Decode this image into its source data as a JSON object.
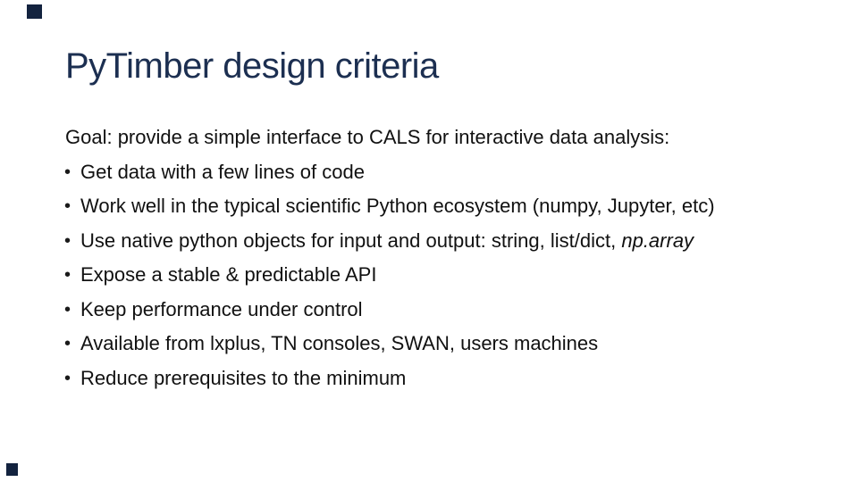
{
  "slide": {
    "title": "PyTimber design criteria",
    "goal_line": "Goal: provide a simple interface to CALS for interactive data analysis:",
    "bullet_char": "•",
    "bullets": [
      {
        "text": "Get data with a few lines of code",
        "em": ""
      },
      {
        "text": "Work well in the typical scientific Python ecosystem (numpy, Jupyter, etc)",
        "em": ""
      },
      {
        "text": "Use native python objects for input and output: string, list/dict, ",
        "em": "np.array"
      },
      {
        "text": "Expose a stable & predictable API",
        "em": ""
      },
      {
        "text": "Keep performance under control",
        "em": ""
      },
      {
        "text": "Available from lxplus, TN consoles, SWAN, users machines",
        "em": ""
      },
      {
        "text": "Reduce prerequisites to the minimum",
        "em": ""
      }
    ],
    "colors": {
      "title": "#1c2f51",
      "body": "#111111",
      "decoration": "#13233f",
      "background": "#ffffff"
    }
  }
}
